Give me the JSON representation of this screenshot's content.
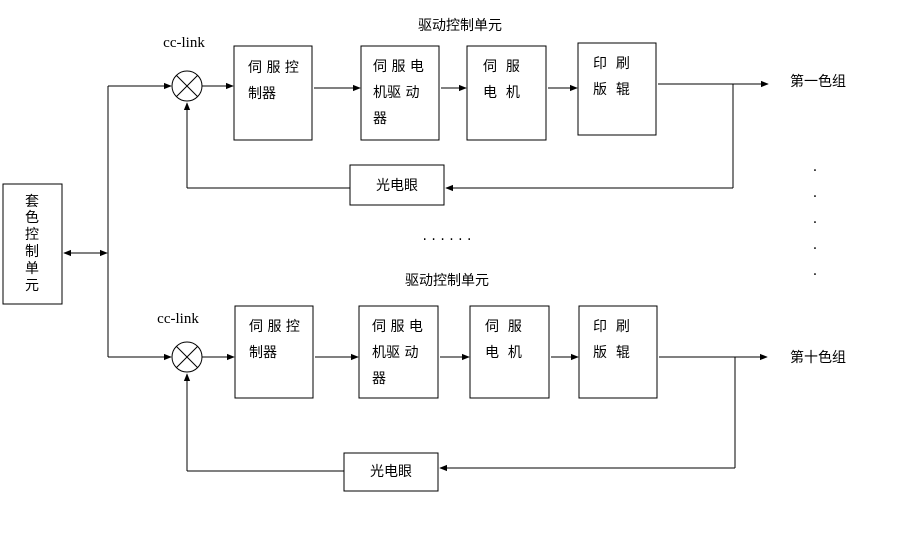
{
  "left_unit": {
    "label": "套色控制单元",
    "chars": [
      "套",
      "色",
      "控",
      "制",
      "单",
      "元"
    ]
  },
  "groups": [
    {
      "title": "驱动控制单元",
      "bus_label": "cc-link",
      "output_label": "第一色组",
      "blocks": [
        {
          "lines": [
            "伺 服 控",
            "制器"
          ]
        },
        {
          "lines": [
            "伺 服 电",
            "机驱 动",
            "器"
          ]
        },
        {
          "lines": [
            "伺  服",
            "电  机"
          ]
        },
        {
          "lines": [
            "印  刷",
            "版  辊"
          ]
        }
      ],
      "sensor_label": "光电眼"
    },
    {
      "title": "驱动控制单元",
      "bus_label": "cc-link",
      "output_label": "第十色组",
      "blocks": [
        {
          "lines": [
            "伺 服 控",
            "制器"
          ]
        },
        {
          "lines": [
            "伺 服 电",
            "机驱 动",
            "器"
          ]
        },
        {
          "lines": [
            "伺  服",
            "电  机"
          ]
        },
        {
          "lines": [
            "印  刷",
            "版  辊"
          ]
        }
      ],
      "sensor_label": "光电眼"
    }
  ],
  "middle_ellipsis": "· · · · · ·",
  "vertical_ellipsis": [
    "·",
    "·",
    "·",
    "·",
    "·"
  ]
}
